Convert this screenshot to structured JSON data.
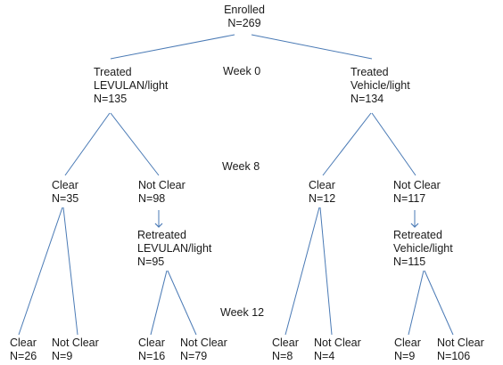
{
  "colors": {
    "edge": "#4a7ab5",
    "text": "#1a1a1a"
  },
  "weeks": {
    "w0": "Week 0",
    "w8": "Week 8",
    "w12": "Week 12"
  },
  "root": {
    "title": "Enrolled",
    "n": "N=269"
  },
  "levulan": {
    "treated": {
      "line1": "Treated",
      "line2": "LEVULAN/light",
      "n": "N=135"
    },
    "clear": {
      "label": "Clear",
      "n": "N=35"
    },
    "not_clear": {
      "label": "Not Clear",
      "n": "N=98"
    },
    "retreated": {
      "line1": "Retreated",
      "line2": "LEVULAN/light",
      "n": "N=95"
    },
    "wk12_clear_from_clear": {
      "label": "Clear",
      "n": "N=26"
    },
    "wk12_notclear_from_clear": {
      "label": "Not Clear",
      "n": "N=9"
    },
    "wk12_clear_from_retreat": {
      "label": "Clear",
      "n": "N=16"
    },
    "wk12_notclear_from_retreat": {
      "label": "Not Clear",
      "n": "N=79"
    }
  },
  "vehicle": {
    "treated": {
      "line1": "Treated",
      "line2": "Vehicle/light",
      "n": "N=134"
    },
    "clear": {
      "label": "Clear",
      "n": "N=12"
    },
    "not_clear": {
      "label": "Not Clear",
      "n": "N=117"
    },
    "retreated": {
      "line1": "Retreated",
      "line2": "Vehicle/light",
      "n": "N=115"
    },
    "wk12_clear_from_clear": {
      "label": "Clear",
      "n": "N=8"
    },
    "wk12_notclear_from_clear": {
      "label": "Not Clear",
      "n": "N=4"
    },
    "wk12_clear_from_retreat": {
      "label": "Clear",
      "n": "N=9"
    },
    "wk12_notclear_from_retreat": {
      "label": "Not Clear",
      "n": "N=106"
    }
  }
}
